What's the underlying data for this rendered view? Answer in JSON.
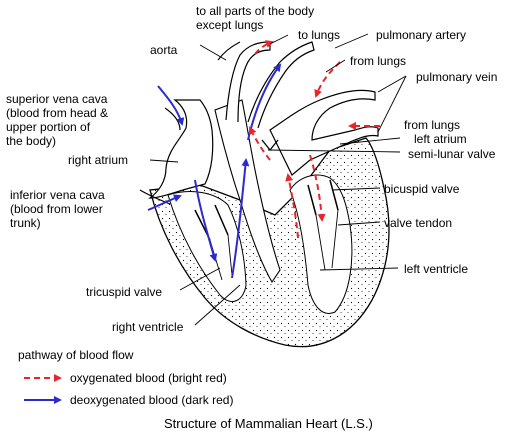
{
  "labels": {
    "to_all_parts": "to all parts of the body\nexcept lungs",
    "aorta": "aorta",
    "to_lungs": "to lungs",
    "pulmonary_artery": "pulmonary artery",
    "from_lungs_top": "from lungs",
    "pulmonary_vein": "pulmonary vein",
    "superior_vena_cava": "superior vena cava\n(blood from head &\nupper portion of\nthe body)",
    "from_lungs_right": "from lungs",
    "left_atrium": "left atrium",
    "semi_lunar_valve": "semi-lunar valve",
    "right_atrium": "right atrium",
    "inferior_vena_cava": "inferior vena cava\n(blood from lower\ntrunk)",
    "bicuspid_valve": "bicuspid valve",
    "valve_tendon": "valve tendon",
    "left_ventricle": "left ventricle",
    "tricuspid_valve": "tricuspid valve",
    "right_ventricle": "right ventricle"
  },
  "legend": {
    "title": "pathway of blood flow",
    "oxygenated": "oxygenated blood (bright red)",
    "deoxygenated": "deoxygenated blood (dark red)"
  },
  "caption": "Structure of Mammalian Heart (L.S.)",
  "colors": {
    "oxygenated": "#e8262a",
    "deoxygenated": "#2a2ad0",
    "outline": "#000000"
  }
}
